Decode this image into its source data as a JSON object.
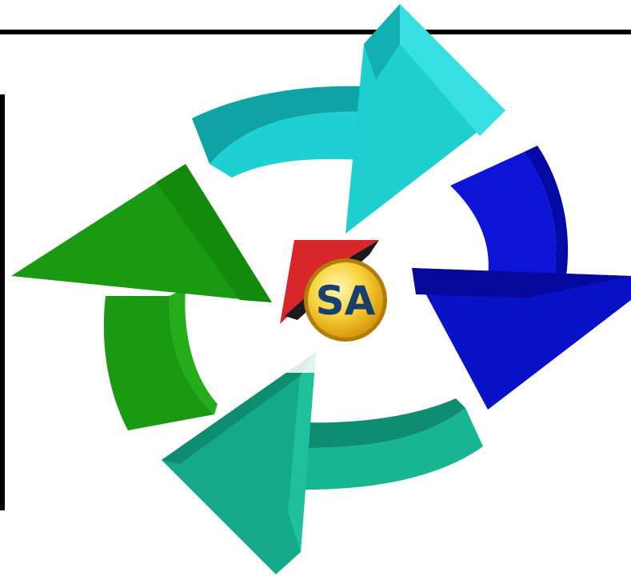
{
  "logo": {
    "text": "SA"
  },
  "colors": {
    "cyan_arrow": "#1ecfd0",
    "blue_arrow": "#0a12c8",
    "teal_arrow": "#14a98a",
    "green_arrow": "#1a9a12",
    "logo_red": "#d9262a",
    "logo_gold": "#f2c21b",
    "logo_text": "#18406e"
  },
  "arrows": [
    {
      "name": "cyan-arrow",
      "direction": "right"
    },
    {
      "name": "blue-arrow",
      "direction": "down"
    },
    {
      "name": "teal-arrow",
      "direction": "left"
    },
    {
      "name": "green-arrow",
      "direction": "up"
    }
  ]
}
